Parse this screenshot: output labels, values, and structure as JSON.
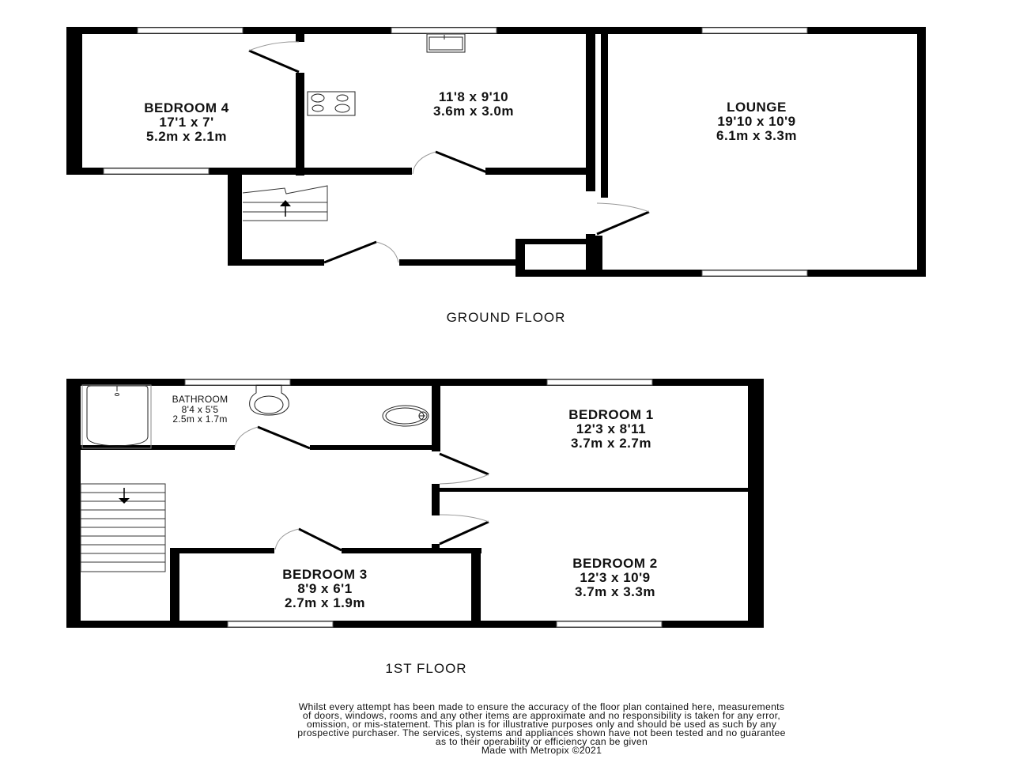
{
  "floors": [
    {
      "title": "GROUND FLOOR",
      "rooms": [
        {
          "name": "BEDROOM 4",
          "imperial": "17'1 x 7'",
          "metric": "5.2m x 2.1m"
        },
        {
          "name": "",
          "imperial": "11'8 x 9'10",
          "metric": "3.6m x 3.0m"
        },
        {
          "name": "LOUNGE",
          "imperial": "19'10 x 10'9",
          "metric": "6.1m x 3.3m"
        }
      ],
      "fixtures": [
        "hob-icon",
        "kitchen-sink-icon",
        "stairs-up-icon"
      ]
    },
    {
      "title": "1ST FLOOR",
      "rooms": [
        {
          "name": "BATHROOM",
          "imperial": "8'4 x 5'5",
          "metric": "2.5m x 1.7m"
        },
        {
          "name": "BEDROOM 1",
          "imperial": "12'3 x 8'11",
          "metric": "3.7m x 2.7m"
        },
        {
          "name": "BEDROOM 2",
          "imperial": "12'3 x 10'9",
          "metric": "3.7m x 3.3m"
        },
        {
          "name": "BEDROOM 3",
          "imperial": "8'9 x 6'1",
          "metric": "2.7m x 1.9m"
        }
      ],
      "fixtures": [
        "bath-icon",
        "toilet-icon",
        "basin-icon",
        "stairs-down-icon"
      ]
    }
  ],
  "disclaimer": {
    "lines": [
      "Whilst every attempt has been made to ensure the accuracy of the floor plan contained here, measurements",
      "of doors, windows, rooms and any other items are approximate and no responsibility is taken for any error,",
      "omission, or mis-statement. This plan is for illustrative purposes only and should be used as such by any",
      "prospective purchaser. The services, systems and appliances shown have not been tested and no guarantee",
      "as to their operability or efficiency can be given",
      "Made with Metropix ©2021"
    ]
  },
  "colors": {
    "wall": "#000000",
    "window": "#ffffff",
    "door_arc": "#999999",
    "background": "#ffffff"
  }
}
